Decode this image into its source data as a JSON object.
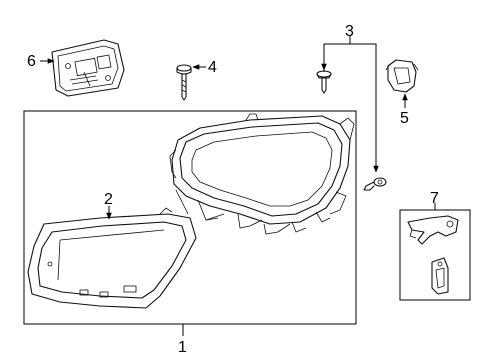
{
  "diagram": {
    "callouts": {
      "c1": "1",
      "c2": "2",
      "c3": "3",
      "c4": "4",
      "c5": "5",
      "c6": "6",
      "c7": "7"
    },
    "parts": [
      "headlamp-assembly",
      "headlamp-lens",
      "bulb-retainer-screws",
      "mounting-bolt",
      "bulb-socket",
      "control-module",
      "mounting-bracket-kit"
    ]
  }
}
